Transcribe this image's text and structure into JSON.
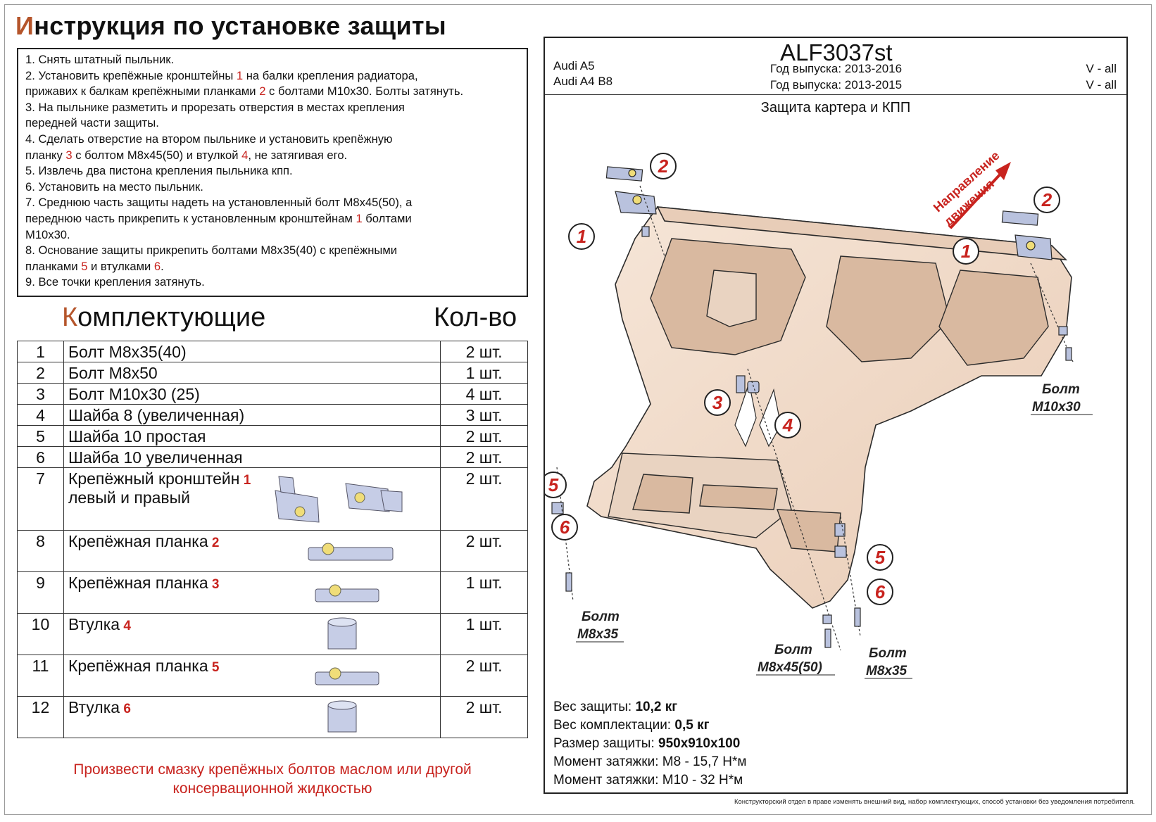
{
  "title": {
    "first_letter": "И",
    "rest": "нструкция по установке защиты"
  },
  "instructions": [
    {
      "pre": "1. Снять штатный пыльник.",
      "parts": []
    },
    {
      "parts": [
        [
          "2. Установить крепёжные кронштейны ",
          false
        ],
        [
          "1",
          true
        ],
        [
          " на балки крепления радиатора,",
          false
        ]
      ]
    },
    {
      "parts": [
        [
          "прижавих к балкам крепёжными планками ",
          false
        ],
        [
          "2",
          true
        ],
        [
          " с болтами М10х30. Болты затянуть.",
          false
        ]
      ]
    },
    {
      "parts": [
        [
          "3. На пыльнике разметить и прорезать отверстия в местах крепления",
          false
        ]
      ]
    },
    {
      "parts": [
        [
          "передней части защиты.",
          false
        ]
      ]
    },
    {
      "parts": [
        [
          "4. Сделать отверстие на втором пыльнике и установить крепёжную",
          false
        ]
      ]
    },
    {
      "parts": [
        [
          "планку ",
          false
        ],
        [
          "3",
          true
        ],
        [
          " с болтом М8х45(50) и втулкой ",
          false
        ],
        [
          "4",
          true
        ],
        [
          ", не затягивая его.",
          false
        ]
      ]
    },
    {
      "parts": [
        [
          "5. Извлечь два пистона крепления пыльника кпп.",
          false
        ]
      ]
    },
    {
      "parts": [
        [
          "6. Установить на место пыльник.",
          false
        ]
      ]
    },
    {
      "parts": [
        [
          "7. Среднюю часть защиты надеть на установленный болт М8х45(50), а",
          false
        ]
      ]
    },
    {
      "parts": [
        [
          "переднюю часть прикрепить к установленным  кронштейнам ",
          false
        ],
        [
          "1",
          true
        ],
        [
          " болтами",
          false
        ]
      ]
    },
    {
      "parts": [
        [
          "М10х30.",
          false
        ]
      ]
    },
    {
      "parts": [
        [
          "8. Основание защиты прикрепить болтами М8х35(40) с крепёжными",
          false
        ]
      ]
    },
    {
      "parts": [
        [
          "планками ",
          false
        ],
        [
          "5",
          true
        ],
        [
          " и втулками ",
          false
        ],
        [
          "6",
          true
        ],
        [
          ".",
          false
        ]
      ]
    },
    {
      "parts": [
        [
          "9. Все точки крепления затянуть.",
          false
        ]
      ]
    }
  ],
  "parts_header": {
    "first_letter": "К",
    "rest": "омплектующие",
    "qty": "Кол-во"
  },
  "parts": [
    {
      "n": "1",
      "name": "Болт М8х35(40)",
      "ref": "",
      "qty": "2 шт."
    },
    {
      "n": "2",
      "name": "Болт М8х50",
      "ref": "",
      "qty": "1 шт."
    },
    {
      "n": "3",
      "name": "Болт М10х30 (25)",
      "ref": "",
      "qty": "4 шт."
    },
    {
      "n": "4",
      "name": "Шайба 8 (увеличенная)",
      "ref": "",
      "qty": "3 шт."
    },
    {
      "n": "5",
      "name": "Шайба 10 простая",
      "ref": "",
      "qty": "2 шт."
    },
    {
      "n": "6",
      "name": "Шайба 10 увеличенная",
      "ref": "",
      "qty": "2 шт."
    },
    {
      "n": "7",
      "name": "Крепёжный кронштейн",
      "name2": "левый и правый",
      "ref": "1",
      "qty": "2 шт."
    },
    {
      "n": "8",
      "name": "Крепёжная планка",
      "ref": "2",
      "qty": "2 шт."
    },
    {
      "n": "9",
      "name": "Крепёжная планка",
      "ref": "3",
      "qty": "1 шт."
    },
    {
      "n": "10",
      "name": "Втулка",
      "ref": "4",
      "qty": "1 шт."
    },
    {
      "n": "11",
      "name": "Крепёжная планка",
      "ref": "5",
      "qty": "2 шт."
    },
    {
      "n": "12",
      "name": "Втулка",
      "ref": "6",
      "qty": "2 шт."
    }
  ],
  "grease_note": [
    "Произвести смазку крепёжных болтов маслом или другой",
    "консервационной жидкостью"
  ],
  "product": {
    "code": "ALF3037st",
    "cars": [
      "Audi A5",
      "Audi A4 B8"
    ],
    "years": [
      "Год выпуска: 2013-2016",
      "Год выпуска: 2013-2015"
    ],
    "versions": [
      "V - all",
      "V - all"
    ],
    "subtitle": "Защита картера и КПП"
  },
  "drawing": {
    "direction_label": [
      "Направление",
      "движения"
    ],
    "bolt_labels": [
      {
        "id": "m10x30",
        "word": "Болт",
        "size": "М10х30"
      },
      {
        "id": "m8x35-left",
        "word": "Болт",
        "size": "М8х35"
      },
      {
        "id": "m8x45",
        "word": "Болт",
        "size": "М8х45(50)"
      },
      {
        "id": "m8x35-right",
        "word": "Болт",
        "size": "М8х35"
      }
    ],
    "callouts": [
      "1",
      "2",
      "1",
      "2",
      "3",
      "4",
      "5",
      "6",
      "5",
      "6"
    ],
    "colors": {
      "plate": "#f1dccb",
      "plate_shadow": "#d9b9a0",
      "outline": "#2b2b2b",
      "callout": "#c8231e",
      "hardware": "#b9c2de"
    }
  },
  "specs": [
    {
      "label": "Вес защиты: ",
      "value": "10,2 кг",
      "bold": true
    },
    {
      "label": "Вес комплектации: ",
      "value": "0,5 кг",
      "bold": true
    },
    {
      "label": "Размер защиты: ",
      "value": "950х910х100",
      "bold": true
    },
    {
      "label": "Момент затяжки: ",
      "value": "М8 - 15,7 Н*м",
      "bold": false
    },
    {
      "label": "Момент затяжки: ",
      "value": "М10 - 32 Н*м",
      "bold": false
    }
  ],
  "disclaimer": "Конструкторский отдел в праве изменять внешний вид, набор комплектующих, способ установки без уведомления потребителя."
}
